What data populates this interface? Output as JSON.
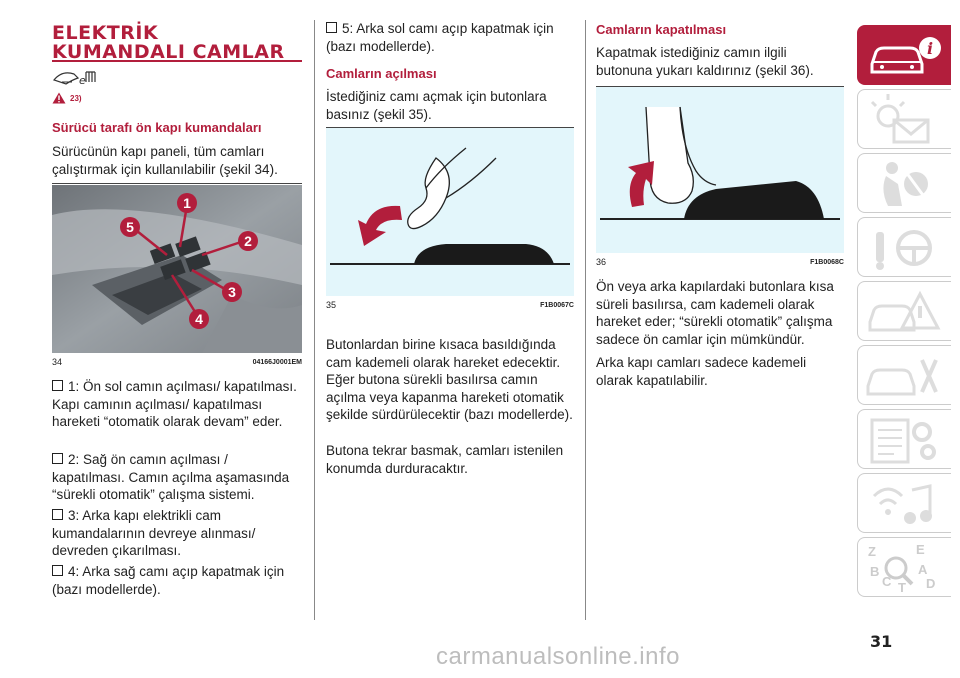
{
  "header": {
    "title_line1": "ELEKTRİK",
    "title_line2": "KUMANDALI CAMLAR",
    "warning_ref": "23)"
  },
  "section_driver": {
    "heading": "Sürücü tarafı ön kapı kumandaları",
    "intro": "Sürücünün kapı paneli, tüm camları çalıştırmak için kullanılabilir (şekil 34).",
    "figure": {
      "number": "34",
      "code": "04166J0001EM",
      "callouts": [
        "1",
        "2",
        "3",
        "4",
        "5"
      ]
    },
    "items": [
      "1: Ön sol camın açılması/ kapatılması. Kapı camının açılması/ kapatılması hareketi “otomatik olarak devam” eder.",
      "2: Sağ ön camın açılması / kapatılması. Camın açılma aşamasında “sürekli otomatik” çalışma sistemi.",
      "3: Arka kapı elektrikli cam kumandalarının devreye alınması/ devreden çıkarılması.",
      "4: Arka sağ camı açıp kapatmak için (bazı modellerde)."
    ]
  },
  "col2": {
    "item5": "5: Arka sol camı açıp kapatmak için (bazı modellerde).",
    "heading": "Camların açılması",
    "intro": "İstediğiniz camı açmak için butonlara basınız (şekil 35).",
    "figure": {
      "number": "35",
      "code": "F1B0067C"
    },
    "para1": "Butonlardan birine kısaca basıldığında cam kademeli olarak hareket edecektir. Eğer butona sürekli basılırsa camın açılma veya kapanma hareketi otomatik şekilde sürdürülecektir (bazı modellerde).",
    "para2": "Butona tekrar basmak, camları istenilen konumda durduracaktır."
  },
  "col3": {
    "heading": "Camların kapatılması",
    "intro": "Kapatmak istediğiniz camın ilgili butonuna yukarı kaldırınız (şekil 36).",
    "figure": {
      "number": "36",
      "code": "F1B0068C"
    },
    "para1": "Ön veya arka kapılardaki butonlara kısa süreli basılırsa, cam kademeli olarak hareket eder; “sürekli otomatik” çalışma sadece ön camlar için mümkündür.",
    "para2": "Arka kapı camları sadece kademeli olarak kapatılabilir."
  },
  "side_tabs": [
    {
      "icon": "car-info-icon",
      "active": true
    },
    {
      "icon": "warning-lights-icon",
      "active": false
    },
    {
      "icon": "airbag-safety-icon",
      "active": false
    },
    {
      "icon": "starting-driving-icon",
      "active": false
    },
    {
      "icon": "emergency-icon",
      "active": false
    },
    {
      "icon": "maintenance-icon",
      "active": false
    },
    {
      "icon": "technical-data-icon",
      "active": false
    },
    {
      "icon": "multimedia-icon",
      "active": false
    },
    {
      "icon": "index-icon",
      "active": false
    }
  ],
  "index_letters": [
    "Z",
    "E",
    "B",
    "A",
    "C",
    "T",
    "D"
  ],
  "page_number": "31",
  "watermark": "carmanualsonline.info",
  "colors": {
    "accent": "#b21e3c"
  }
}
